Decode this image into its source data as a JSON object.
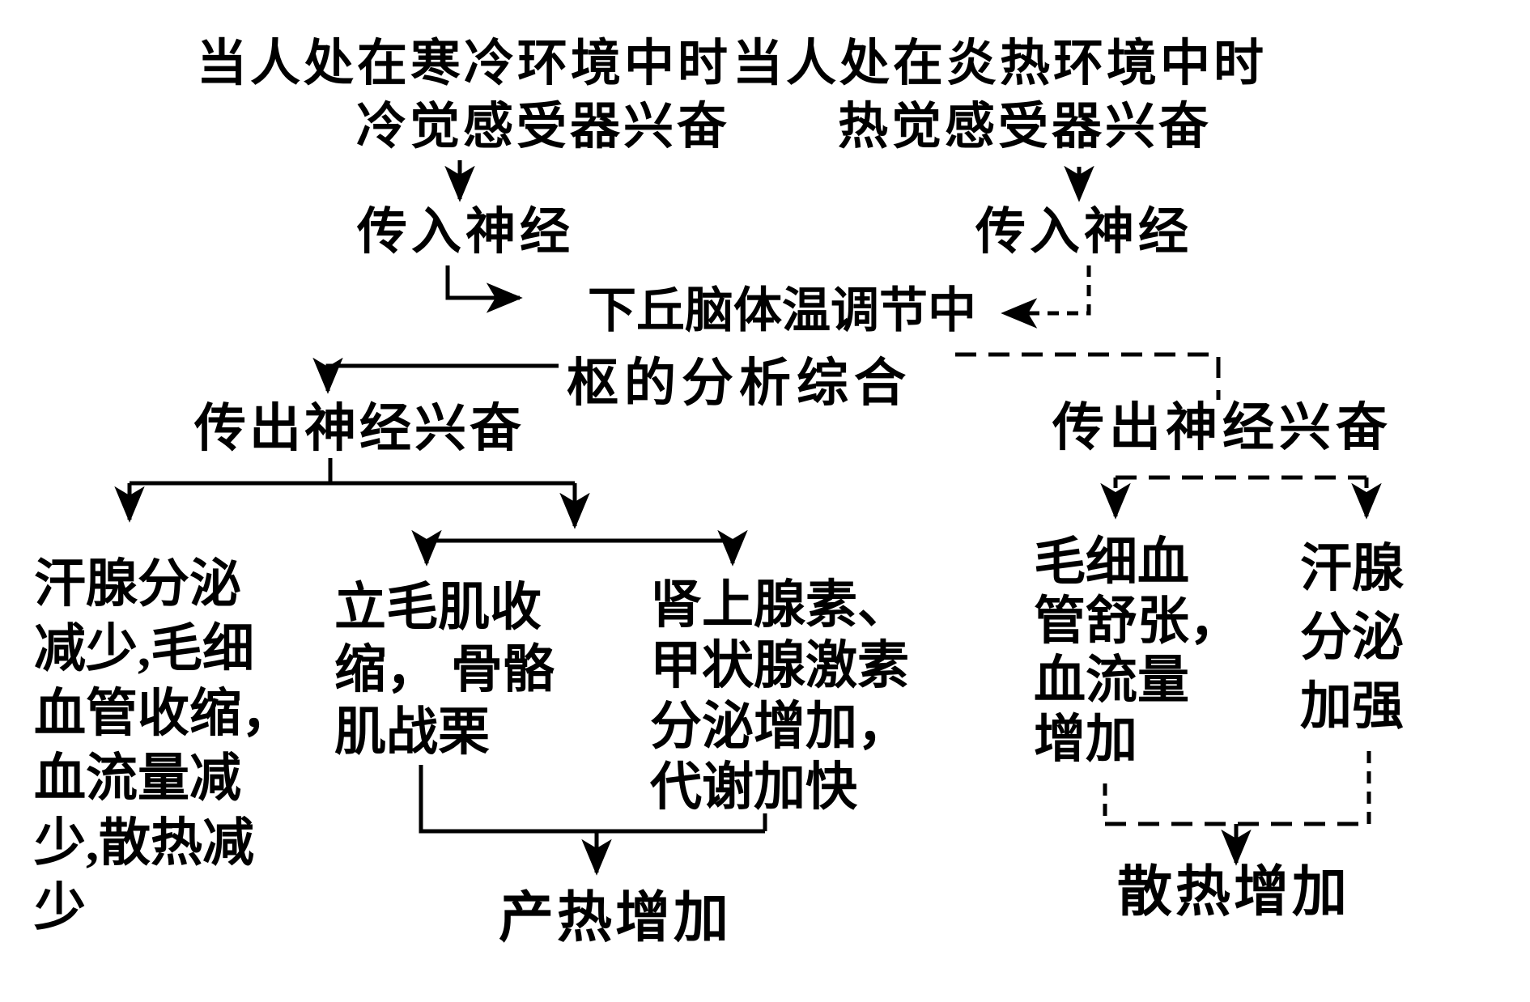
{
  "flow": {
    "cold": {
      "title": "当人处在寒冷环境中时",
      "receptor": "冷觉感受器兴奋",
      "afferent_nerve": "传入神经",
      "efferent_nerve": "传出神经兴奋",
      "effect_sweat_lines": [
        "汗腺分泌",
        "减少,毛细",
        "血管收缩，",
        "血流量减",
        "少,散热减",
        "少"
      ],
      "effect_muscle_lines": [
        "立毛肌收",
        "缩， 骨骼",
        "肌战栗"
      ],
      "effect_hormone_lines": [
        "肾上腺素、",
        "甲状腺激素",
        "分泌增加，",
        "代谢加快"
      ],
      "result": "产热增加"
    },
    "center": {
      "line1": "下丘脑体温调节中",
      "line2": "枢的分析综合"
    },
    "hot": {
      "title": "当人处在炎热环境中时",
      "receptor": "热觉感受器兴奋",
      "afferent_nerve": "传入神经",
      "efferent_nerve": "传出神经兴奋",
      "effect_vessel_lines": [
        "毛细血",
        "管舒张，",
        "血流量",
        "增加"
      ],
      "effect_sweat_lines": [
        "汗腺",
        "分泌",
        "加强"
      ],
      "result": "散热增加"
    },
    "style": {
      "line_style_cold": "solid",
      "line_style_hot": "dashed",
      "ink_color": "#000000",
      "background_color": "#ffffff"
    }
  }
}
